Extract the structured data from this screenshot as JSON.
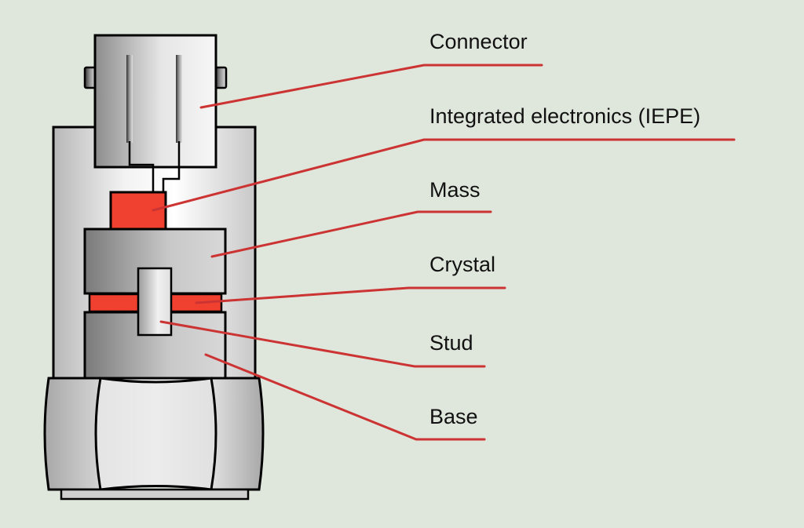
{
  "diagram": {
    "colors": {
      "background": "#dfe6dc",
      "leader_line": "#cc3333",
      "red_part": "#f04030",
      "outline": "#000000"
    },
    "labels": {
      "connector": "Connector",
      "electronics": "Integrated electronics (IEPE)",
      "mass": "Mass",
      "crystal": "Crystal",
      "stud": "Stud",
      "base": "Base"
    }
  }
}
